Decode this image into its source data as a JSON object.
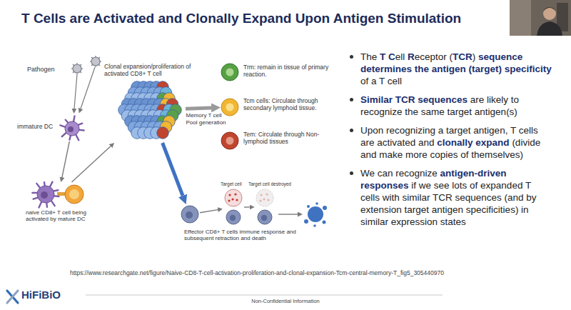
{
  "diagram": {
    "title": "T Cells are Activated and Clonally Expand Upon Antigen Stimulation",
    "nodes": [
      {
        "text": [
          "immature DC"
        ]
      },
      {
        "text": [
          "naive CD8+ T cell being activated by mature DC"
        ]
      },
      {
        "text": [
          "Clonal expansion/proliferation of activated CD8+ T cell"
        ]
      },
      {
        "text": [
          "Trm: remain in tissue of primary reaction."
        ]
      },
      {
        "text": [
          "Tcm cells: Circulate through secondary lymphoid tissue."
        ]
      },
      {
        "text": [
          "Tem: Circulate through Non-lymphoid tissues"
        ]
      },
      {
        "text": [
          "Effector CD8+ T cells immune response and subsequent retraction and death"
        ]
      },
      {
        "text": [
          "Target cell"
        ]
      },
      {
        "text": [
          "Target cell destroyed"
        ]
      }
    ],
    "edges": [
      {
        "from": 0,
        "to": 1,
        "arrow": "to"
      },
      {
        "from": 1,
        "to": 2,
        "arrow": "to"
      },
      {
        "from": 2,
        "to": 4,
        "label": "Memory T cell Pool generation",
        "arrow": "to"
      },
      {
        "from": 2,
        "to": 6,
        "arrow": "to"
      },
      {
        "from": 6,
        "to": 7,
        "arrow": "to"
      },
      {
        "from": 7,
        "to": 8,
        "arrow": "to"
      }
    ],
    "labels": [
      "Pathogen",
      "The T Cell Receptor (TCR) sequence determines the antigen (target) specificity of a T cell",
      "Similar TCR sequences are likely to recognize the same target antigen(s)",
      "Upon recognizing a target antigen, T cells are activated and clonally expand (divide and make more copies of themselves)",
      "We can recognize antigen-driven responses if we see lots of expanded T cells with similar TCR sequences (and by extension target antigen specificities) in similar expression states",
      "https://www.researchgate.net/figure/Naive-CD8-T-cell-activation-proliferation-and-clonal-expansion-Tcm-central-memory-T_fig5_305440970",
      "Non-Confidential Information",
      "HiFiBiO"
    ]
  }
}
